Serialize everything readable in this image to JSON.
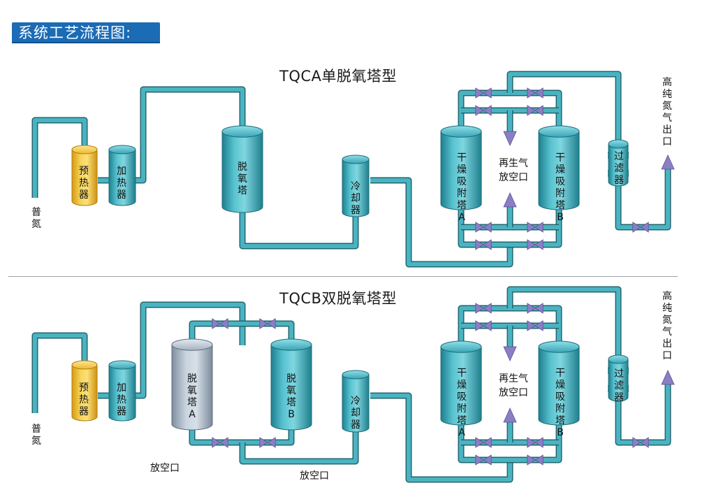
{
  "header": {
    "title": "系统工艺流程图:"
  },
  "sections": {
    "a": {
      "title": "TQCA单脱氧塔型"
    },
    "b": {
      "title": "TQCB双脱氧塔型"
    }
  },
  "labels": {
    "inlet": "普\n氮",
    "preheater": "预\n热\n器",
    "heater": "加\n热\n器",
    "deox": "脱\n氧\n塔",
    "deox_a": "脱\n氧\n塔\nA",
    "deox_b": "脱\n氧\n塔\nB",
    "cooler": "冷\n却\n器",
    "dryer_a": "干\n燥\n吸\n附\n塔\nA",
    "dryer_b": "干\n燥\n吸\n附\n塔\nB",
    "regen_vent": "再生气\n放空口",
    "filter": "过\n滤\n器",
    "outlet": "高\n纯\n氮\n气\n出\n口",
    "vent": "放空口"
  },
  "colors": {
    "pipe": "#4ab3c1",
    "pipe_edge": "#22666f",
    "tank_teal": "#3aa9ba",
    "tank_yellow": "#f2c230",
    "tank_grey": "#a9b7c6",
    "valve": "#8b7fc4",
    "header_bg": "#1b6bb5"
  }
}
